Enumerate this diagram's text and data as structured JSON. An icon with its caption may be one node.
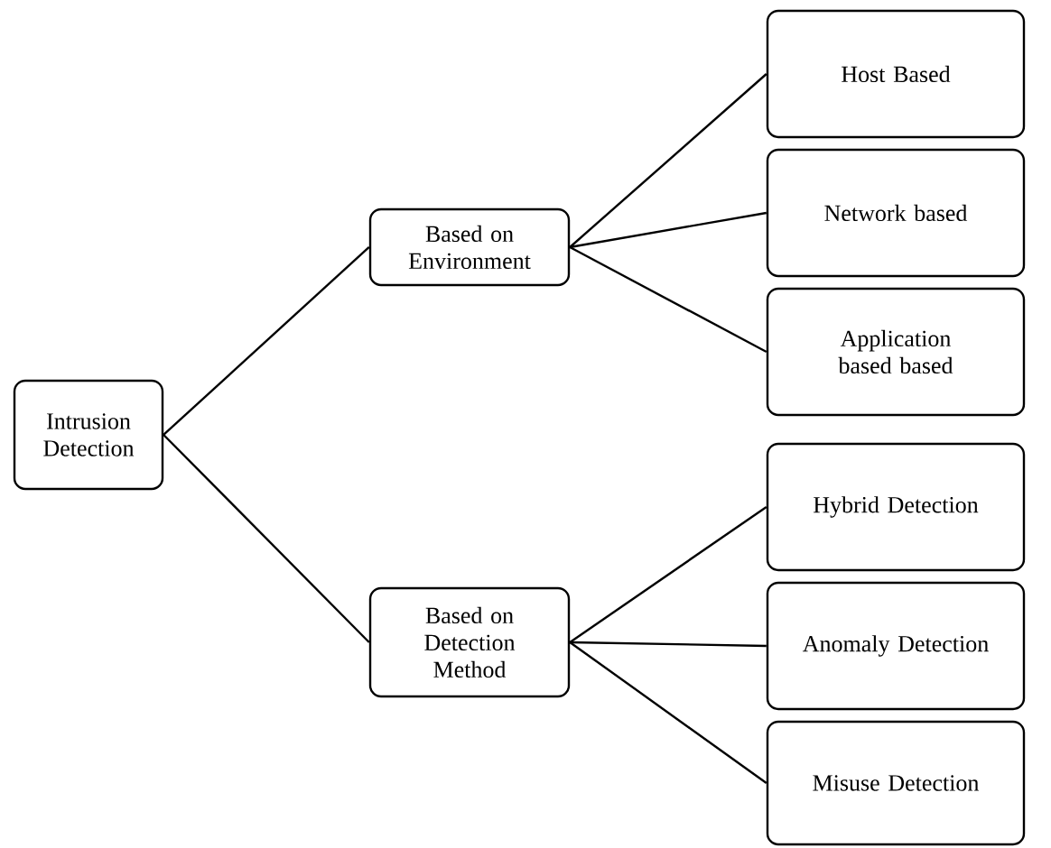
{
  "diagram": {
    "nodes": [
      {
        "text": [
          "Intrusion Detection"
        ]
      },
      {
        "text": [
          "Based on Environment"
        ]
      },
      {
        "text": [
          "Based on Detection Method"
        ]
      },
      {
        "text": [
          "Host Based"
        ]
      },
      {
        "text": [
          "Network based"
        ]
      },
      {
        "text": [
          "Application based based"
        ]
      },
      {
        "text": [
          "Hybrid Detection"
        ]
      },
      {
        "text": [
          "Anomaly Detection"
        ]
      },
      {
        "text": [
          "Misuse Detection"
        ]
      }
    ],
    "edges": [
      {
        "from": 0,
        "to": 1,
        "arrow": "none"
      },
      {
        "from": 0,
        "to": 2,
        "arrow": "none"
      },
      {
        "from": 1,
        "to": 3,
        "arrow": "none"
      },
      {
        "from": 1,
        "to": 4,
        "arrow": "none"
      },
      {
        "from": 1,
        "to": 5,
        "arrow": "none"
      },
      {
        "from": 2,
        "to": 6,
        "arrow": "none"
      },
      {
        "from": 2,
        "to": 7,
        "arrow": "none"
      },
      {
        "from": 2,
        "to": 8,
        "arrow": "none"
      }
    ]
  }
}
